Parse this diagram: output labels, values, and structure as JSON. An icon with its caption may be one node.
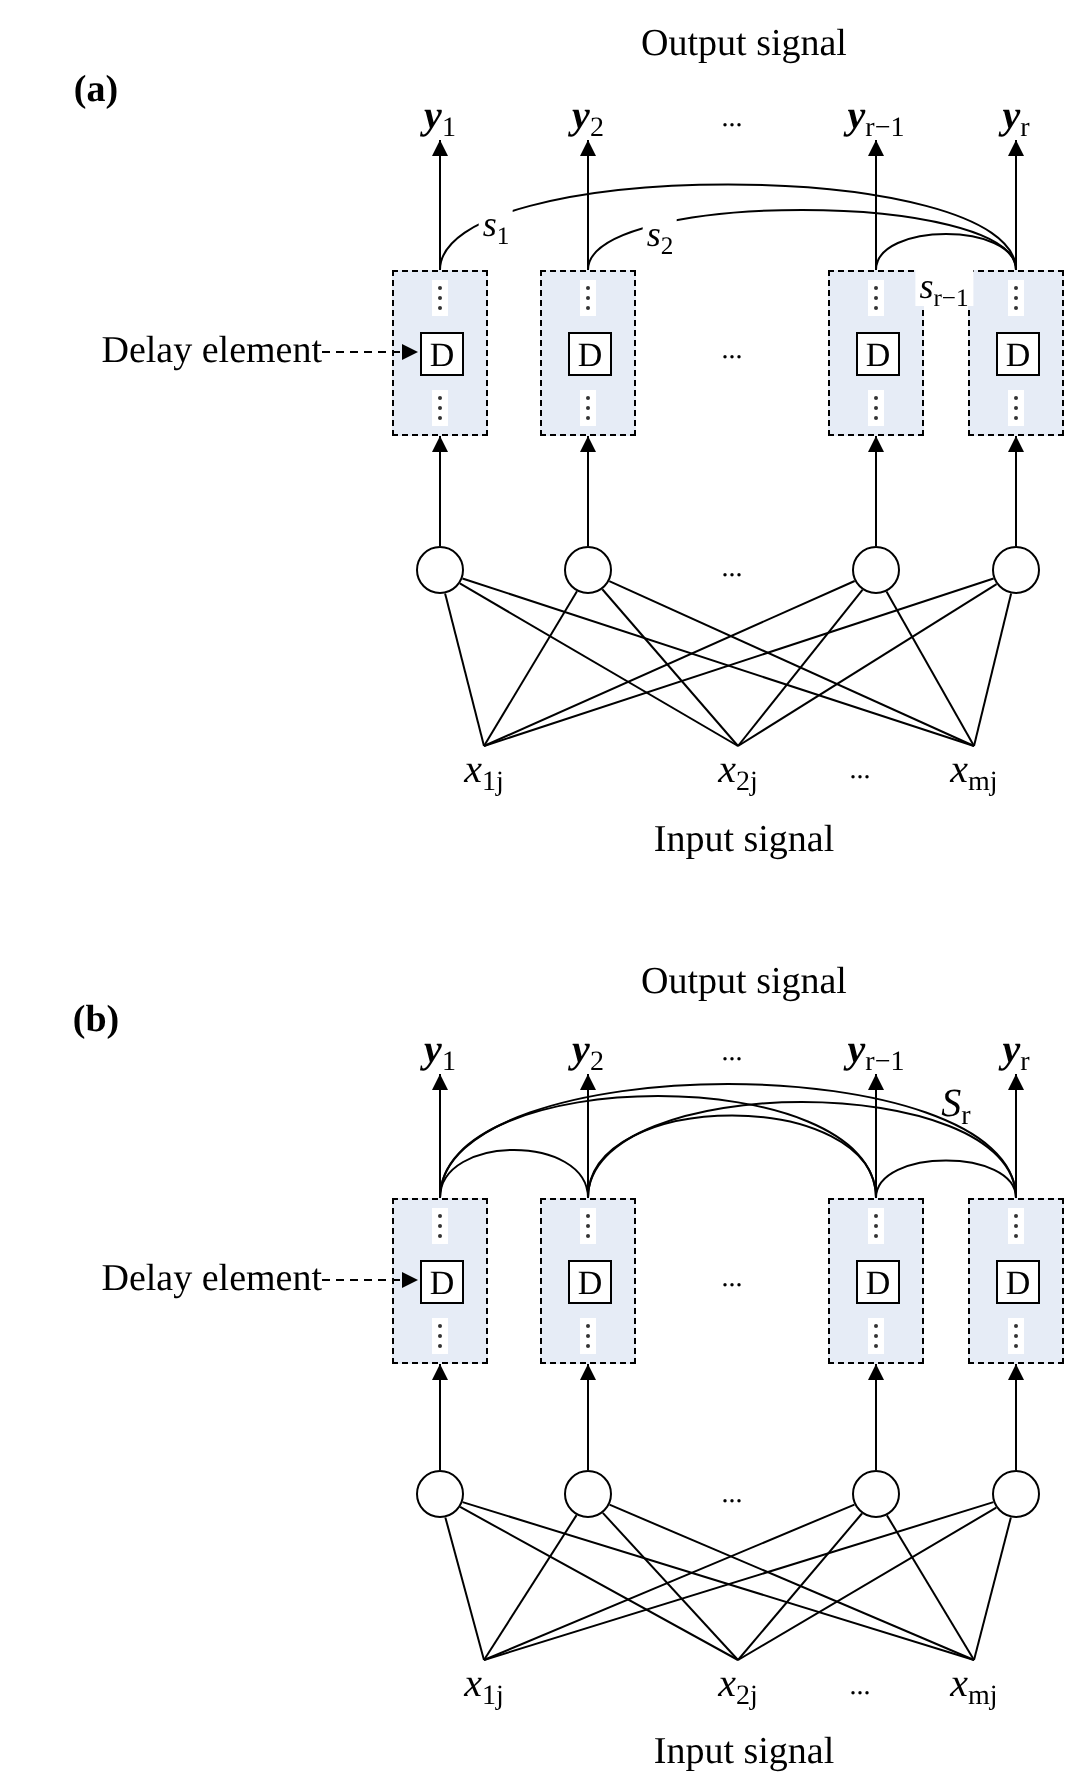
{
  "diagram": {
    "nodes": [
      {
        "text": [
          "**y**$_{1}$"
        ]
      },
      {
        "text": [
          "**y**$_{2}$"
        ]
      },
      {
        "text": [
          "**y**$_{r−1}$"
        ]
      },
      {
        "text": [
          "**y**$_{r}$"
        ]
      },
      {
        "text": [],
        "shape": "box"
      },
      {
        "text": [
          "D"
        ],
        "in": 4
      },
      {
        "text": [],
        "shape": "box"
      },
      {
        "text": [
          "D"
        ],
        "in": 6
      },
      {
        "text": [],
        "shape": "box"
      },
      {
        "text": [
          "D"
        ],
        "in": 8
      },
      {
        "text": [],
        "shape": "box"
      },
      {
        "text": [
          "D"
        ],
        "in": 10
      },
      {
        "text": [
          "Delay element"
        ]
      },
      {
        "text": [],
        "shape": "circle"
      },
      {
        "text": [],
        "shape": "circle"
      },
      {
        "text": [],
        "shape": "circle"
      },
      {
        "text": [],
        "shape": "circle"
      },
      {
        "text": [
          "*x*$_{1j}$"
        ]
      },
      {
        "text": [
          "*x*$_{2j}$"
        ]
      },
      {
        "text": [
          "*x*$_{mj}$"
        ]
      },
      {
        "text": [
          "**y**$_{1}$"
        ]
      },
      {
        "text": [
          "**y**$_{2}$"
        ]
      },
      {
        "text": [
          "**y**$_{r−1}$"
        ]
      },
      {
        "text": [
          "**y**$_{r}$"
        ]
      },
      {
        "text": [],
        "shape": "box"
      },
      {
        "text": [
          "D"
        ],
        "in": 24
      },
      {
        "text": [],
        "shape": "box"
      },
      {
        "text": [
          "D"
        ],
        "in": 26
      },
      {
        "text": [],
        "shape": "box"
      },
      {
        "text": [
          "D"
        ],
        "in": 28
      },
      {
        "text": [],
        "shape": "box"
      },
      {
        "text": [
          "D"
        ],
        "in": 30
      },
      {
        "text": [
          "Delay element"
        ]
      },
      {
        "text": [],
        "shape": "circle"
      },
      {
        "text": [],
        "shape": "circle"
      },
      {
        "text": [],
        "shape": "circle"
      },
      {
        "text": [],
        "shape": "circle"
      },
      {
        "text": [
          "*x*$_{1j}$"
        ]
      },
      {
        "text": [
          "*x*$_{2j}$"
        ]
      },
      {
        "text": [
          "*x*$_{mj}$"
        ]
      }
    ],
    "edges": [
      {
        "from": 4,
        "to": 0,
        "arrow": "to"
      },
      {
        "from": 6,
        "to": 1,
        "arrow": "to"
      },
      {
        "from": 8,
        "to": 2,
        "arrow": "to"
      },
      {
        "from": 10,
        "to": 3,
        "arrow": "to"
      },
      {
        "from": 13,
        "to": 4,
        "arrow": "to"
      },
      {
        "from": 14,
        "to": 6,
        "arrow": "to"
      },
      {
        "from": 15,
        "to": 8,
        "arrow": "to"
      },
      {
        "from": 16,
        "to": 10,
        "arrow": "to"
      },
      {
        "from": 12,
        "to": 5,
        "arrow": "to",
        "style": "dashed"
      },
      {
        "from": 4,
        "to": 10,
        "arrow": "none",
        "label": "*s*$_{1}$"
      },
      {
        "from": 6,
        "to": 10,
        "arrow": "none",
        "label": "*s*$_{2}$"
      },
      {
        "from": 8,
        "to": 10,
        "arrow": "none",
        "label": "*s*$_{r−1}$"
      },
      {
        "from": 17,
        "to": 13,
        "arrow": "none"
      },
      {
        "from": 17,
        "to": 14,
        "arrow": "none"
      },
      {
        "from": 17,
        "to": 15,
        "arrow": "none"
      },
      {
        "from": 17,
        "to": 16,
        "arrow": "none"
      },
      {
        "from": 18,
        "to": 13,
        "arrow": "none"
      },
      {
        "from": 18,
        "to": 14,
        "arrow": "none"
      },
      {
        "from": 18,
        "to": 15,
        "arrow": "none"
      },
      {
        "from": 18,
        "to": 16,
        "arrow": "none"
      },
      {
        "from": 19,
        "to": 13,
        "arrow": "none"
      },
      {
        "from": 19,
        "to": 14,
        "arrow": "none"
      },
      {
        "from": 19,
        "to": 15,
        "arrow": "none"
      },
      {
        "from": 19,
        "to": 16,
        "arrow": "none"
      },
      {
        "from": 24,
        "to": 20,
        "arrow": "to"
      },
      {
        "from": 26,
        "to": 21,
        "arrow": "to"
      },
      {
        "from": 28,
        "to": 22,
        "arrow": "to"
      },
      {
        "from": 30,
        "to": 23,
        "arrow": "to"
      },
      {
        "from": 33,
        "to": 24,
        "arrow": "to"
      },
      {
        "from": 34,
        "to": 26,
        "arrow": "to"
      },
      {
        "from": 35,
        "to": 28,
        "arrow": "to"
      },
      {
        "from": 36,
        "to": 30,
        "arrow": "to"
      },
      {
        "from": 32,
        "to": 25,
        "arrow": "to",
        "style": "dashed"
      },
      {
        "from": 24,
        "to": 26,
        "arrow": "none"
      },
      {
        "from": 24,
        "to": 28,
        "arrow": "none"
      },
      {
        "from": 24,
        "to": 30,
        "arrow": "none"
      },
      {
        "from": 26,
        "to": 28,
        "arrow": "none"
      },
      {
        "from": 26,
        "to": 30,
        "arrow": "none"
      },
      {
        "from": 28,
        "to": 30,
        "arrow": "none"
      },
      {
        "from": 37,
        "to": 33,
        "arrow": "none"
      },
      {
        "from": 37,
        "to": 34,
        "arrow": "none"
      },
      {
        "from": 37,
        "to": 35,
        "arrow": "none"
      },
      {
        "from": 37,
        "to": 36,
        "arrow": "none"
      },
      {
        "from": 38,
        "to": 33,
        "arrow": "none"
      },
      {
        "from": 38,
        "to": 34,
        "arrow": "none"
      },
      {
        "from": 38,
        "to": 35,
        "arrow": "none"
      },
      {
        "from": 38,
        "to": 36,
        "arrow": "none"
      },
      {
        "from": 39,
        "to": 33,
        "arrow": "none"
      },
      {
        "from": 39,
        "to": 34,
        "arrow": "none"
      },
      {
        "from": 39,
        "to": 35,
        "arrow": "none"
      },
      {
        "from": 39,
        "to": 36,
        "arrow": "none"
      }
    ],
    "labels": [
      "Output signal",
      "(a)",
      "...",
      "...",
      "...",
      "...",
      "Input signal",
      "Output signal",
      "(b)",
      "...",
      "*S*$_{r}$",
      "...",
      "...",
      "...",
      "Input signal"
    ]
  }
}
